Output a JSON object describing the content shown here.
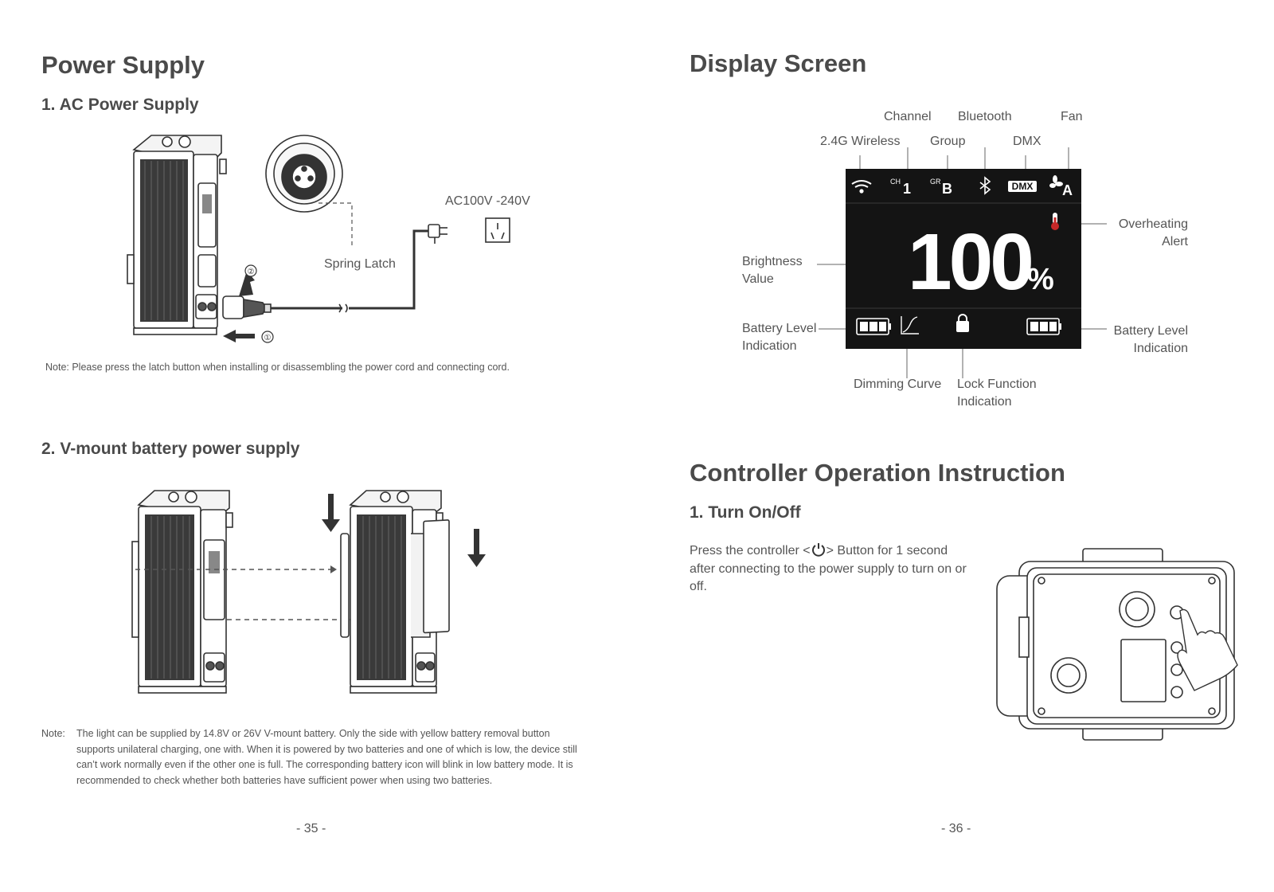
{
  "left_page": {
    "title": "Power Supply",
    "section1": {
      "heading": "1.  AC Power Supply",
      "spring_latch": "Spring Latch",
      "voltage": "AC100V -240V",
      "step1": "①",
      "step2": "②",
      "note": "Note: Please press the latch button when installing or disassembling the power cord and connecting cord."
    },
    "section2": {
      "heading": "2.  V-mount battery power supply",
      "note_label": "Note:",
      "note_text": "The light can be supplied by 14.8V or 26V V-mount battery. Only the side with yellow battery removal button supports unilateral charging, one with. When it is powered by two batteries and one of which is low, the device still can’t work normally even if the other one is full. The corresponding battery icon will blink in low battery mode. It is recommended to check whether both batteries have sufficient power when using two batteries."
    },
    "page_number": "-  35  -"
  },
  "right_page": {
    "title": "Display Screen",
    "labels": {
      "channel": "Channel",
      "bluetooth": "Bluetooth",
      "fan": "Fan",
      "wireless": "2.4G Wireless",
      "group": "Group",
      "dmx": "DMX",
      "overheating_line1": "Overheating",
      "overheating_line2": "Alert",
      "brightness_line1": "Brightness",
      "brightness_line2": "Value",
      "battery_left_line1": "Battery Level",
      "battery_left_line2": "Indication",
      "battery_right_line1": "Battery Level",
      "battery_right_line2": "Indication",
      "dimming_curve": "Dimming Curve",
      "lock_line1": "Lock Function",
      "lock_line2": "Indication"
    },
    "screen": {
      "ch_prefix": "CH",
      "ch_value": "1",
      "gr_prefix": "GR",
      "gr_value": "B",
      "dmx_badge": "DMX",
      "fan_mode": "A",
      "brightness": "100",
      "percent": "%"
    },
    "controller": {
      "title": "Controller Operation Instruction",
      "heading": "1. Turn On/Off",
      "text_before": "Press the controller <",
      "text_after": "> Button for 1 second after connecting to the power supply to turn on or off."
    },
    "page_number": "-  36  -"
  }
}
